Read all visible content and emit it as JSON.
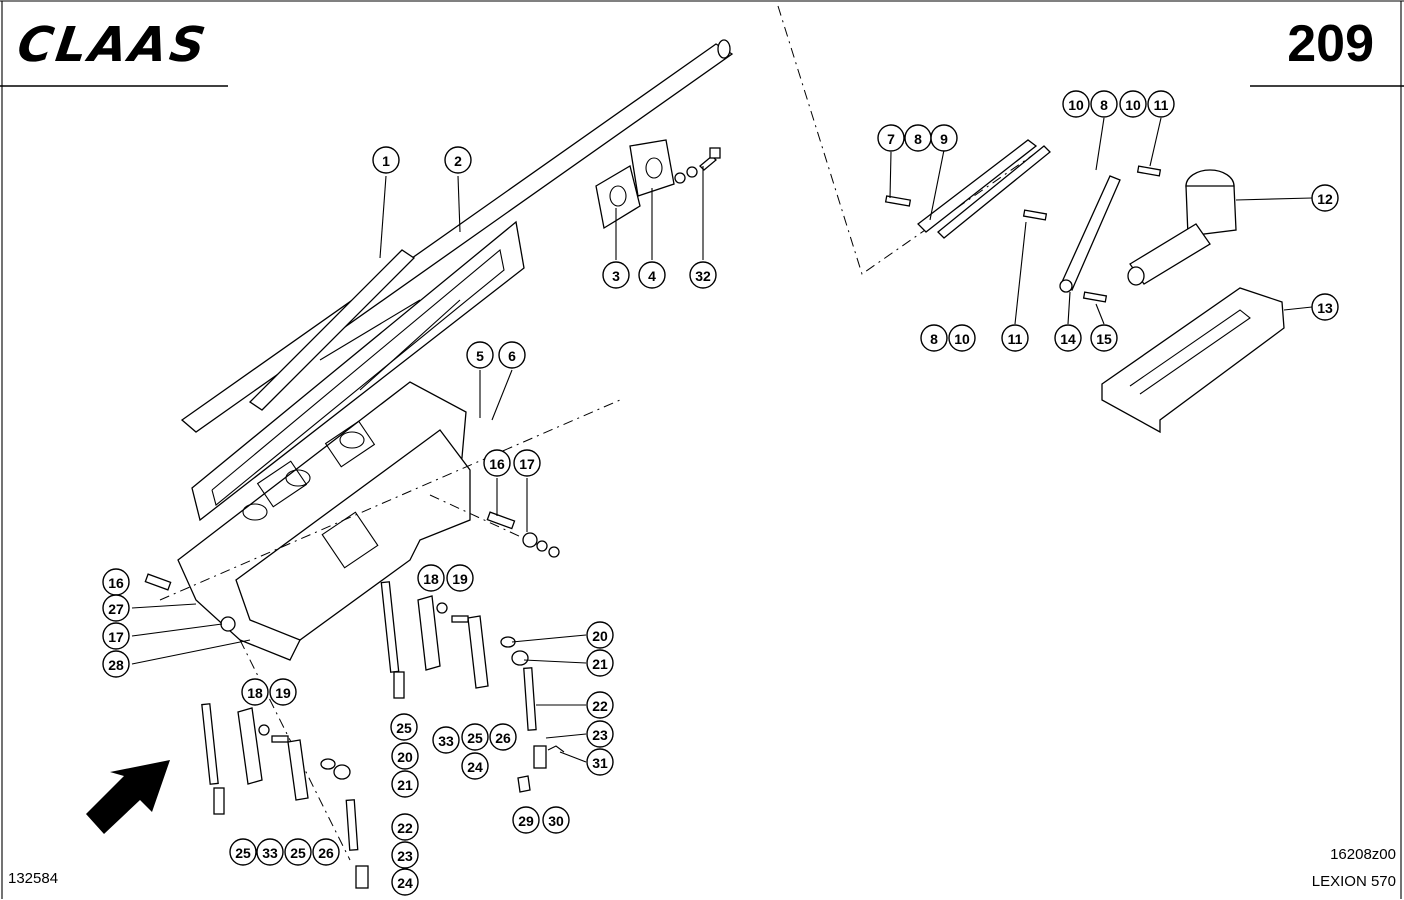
{
  "header": {
    "brand": "CLAAS",
    "page_number": "209"
  },
  "footer": {
    "doc_number": "132584",
    "drawing_code": "16208z00",
    "model": "LEXION 570"
  },
  "callouts": [
    {
      "n": "1",
      "id": "c1"
    },
    {
      "n": "2",
      "id": "c2"
    },
    {
      "n": "3",
      "id": "c3"
    },
    {
      "n": "4",
      "id": "c4"
    },
    {
      "n": "32",
      "id": "c32"
    },
    {
      "n": "5",
      "id": "c5"
    },
    {
      "n": "6",
      "id": "c6"
    },
    {
      "n": "16",
      "id": "c16a"
    },
    {
      "n": "17",
      "id": "c17a"
    },
    {
      "n": "16",
      "id": "c16b"
    },
    {
      "n": "27",
      "id": "c27"
    },
    {
      "n": "17",
      "id": "c17b"
    },
    {
      "n": "28",
      "id": "c28"
    },
    {
      "n": "18",
      "id": "c18a"
    },
    {
      "n": "19",
      "id": "c19a"
    },
    {
      "n": "20",
      "id": "c20a"
    },
    {
      "n": "21",
      "id": "c21a"
    },
    {
      "n": "22",
      "id": "c22a"
    },
    {
      "n": "23",
      "id": "c23a"
    },
    {
      "n": "24",
      "id": "c24a"
    },
    {
      "n": "31",
      "id": "c31"
    },
    {
      "n": "25",
      "id": "c25a"
    },
    {
      "n": "33",
      "id": "c33a"
    },
    {
      "n": "25",
      "id": "c25b"
    },
    {
      "n": "26",
      "id": "c26a"
    },
    {
      "n": "29",
      "id": "c29"
    },
    {
      "n": "30",
      "id": "c30"
    },
    {
      "n": "18",
      "id": "c18b"
    },
    {
      "n": "19",
      "id": "c19b"
    },
    {
      "n": "20",
      "id": "c20b"
    },
    {
      "n": "21",
      "id": "c21b"
    },
    {
      "n": "22",
      "id": "c22b"
    },
    {
      "n": "23",
      "id": "c23b"
    },
    {
      "n": "24",
      "id": "c24b"
    },
    {
      "n": "25",
      "id": "c25c"
    },
    {
      "n": "33",
      "id": "c33b"
    },
    {
      "n": "25",
      "id": "c25d"
    },
    {
      "n": "26",
      "id": "c26b"
    },
    {
      "n": "7",
      "id": "c7"
    },
    {
      "n": "8",
      "id": "c8a"
    },
    {
      "n": "9",
      "id": "c9"
    },
    {
      "n": "10",
      "id": "c10a"
    },
    {
      "n": "8",
      "id": "c8b"
    },
    {
      "n": "10",
      "id": "c10b"
    },
    {
      "n": "11",
      "id": "c11a"
    },
    {
      "n": "12",
      "id": "c12"
    },
    {
      "n": "13",
      "id": "c13"
    },
    {
      "n": "8",
      "id": "c8c"
    },
    {
      "n": "10",
      "id": "c10c"
    },
    {
      "n": "11",
      "id": "c11b"
    },
    {
      "n": "14",
      "id": "c14"
    },
    {
      "n": "15",
      "id": "c15"
    }
  ]
}
